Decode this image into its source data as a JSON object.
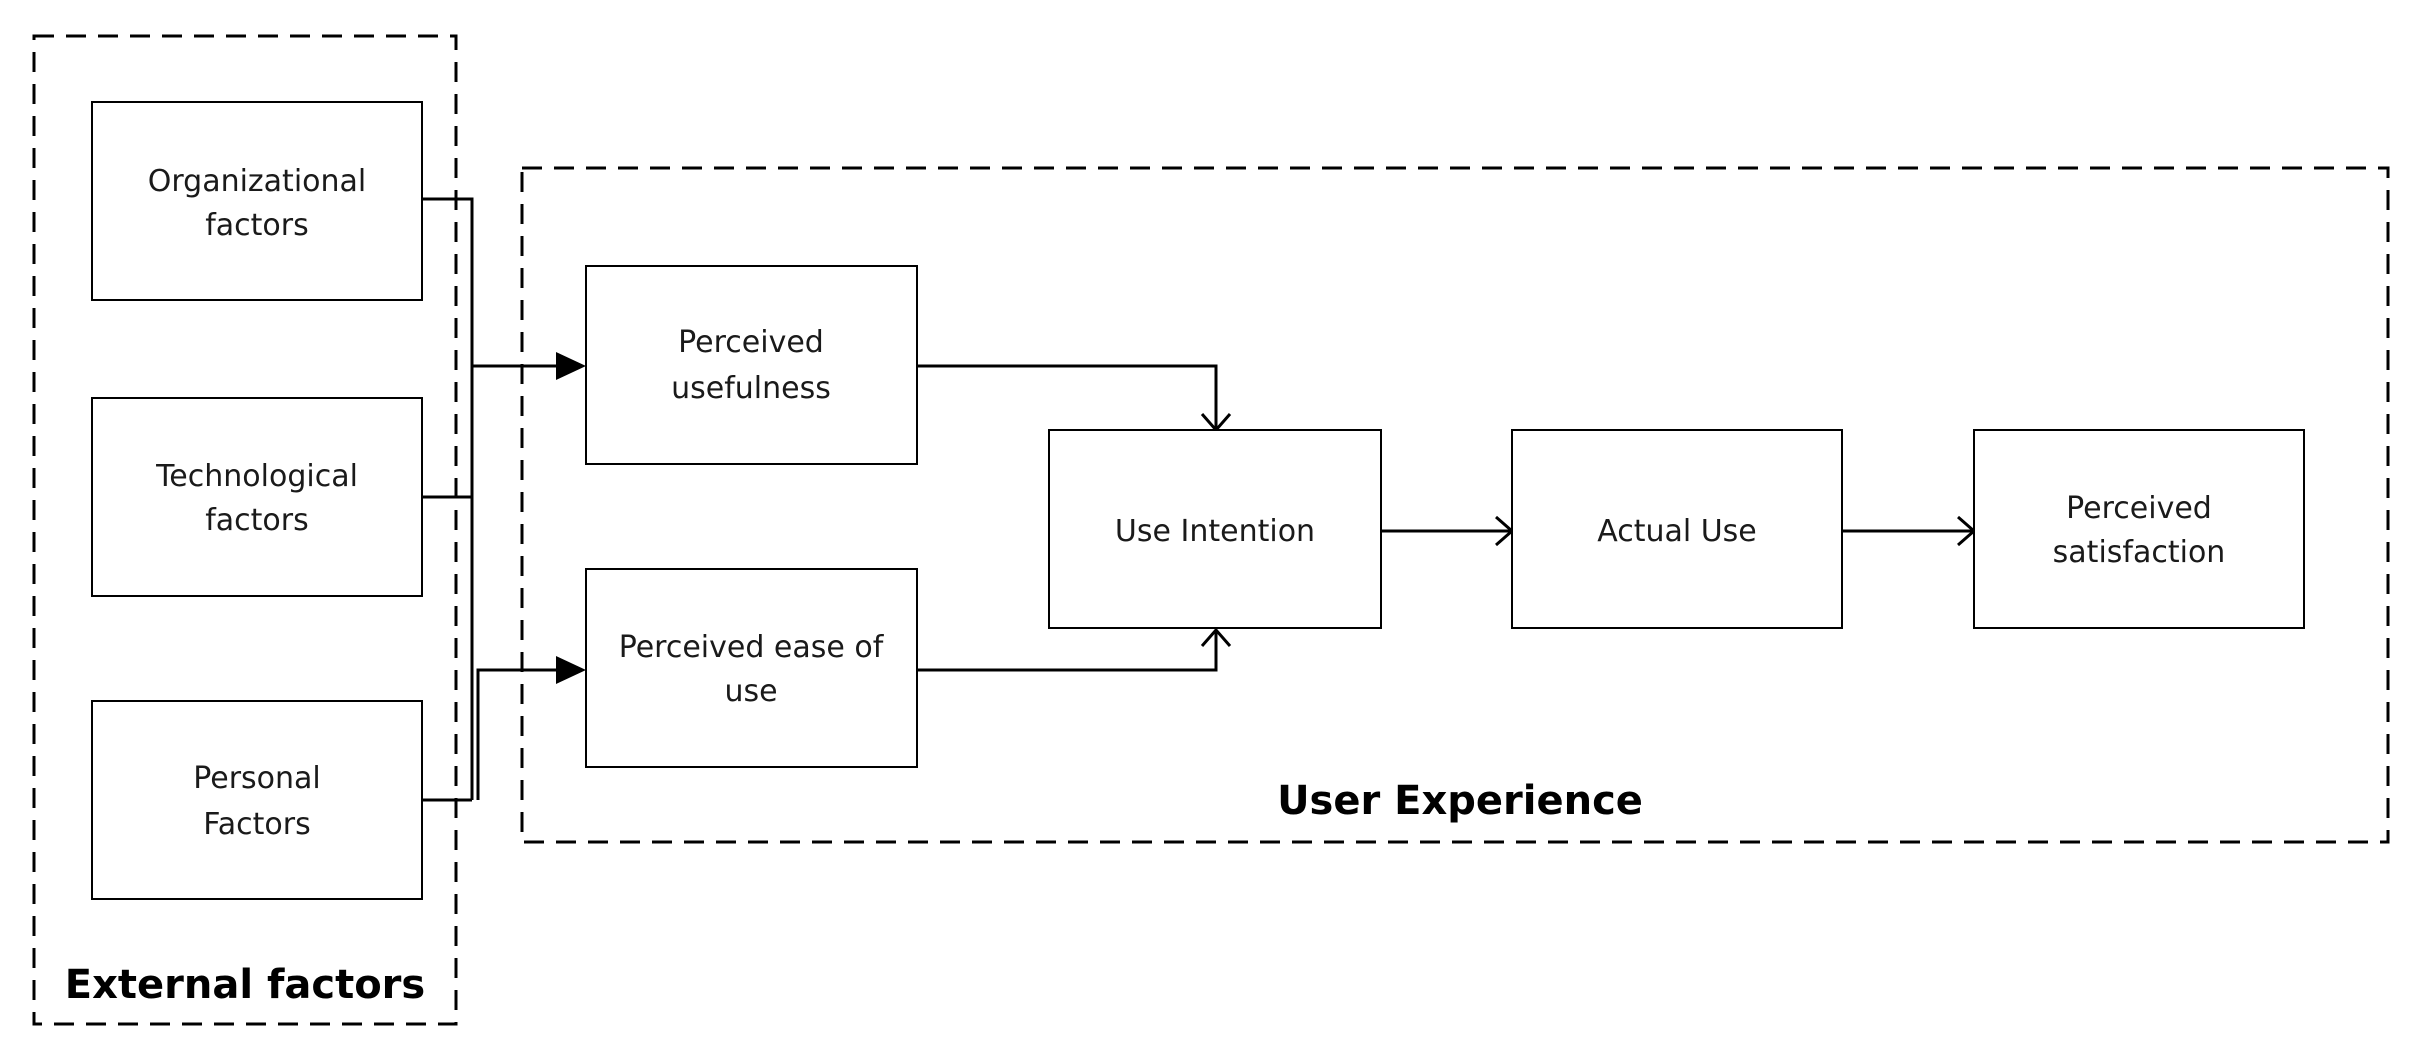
{
  "colors": {
    "stroke": "#000000",
    "text": "#1a1a1a",
    "background": "#ffffff"
  },
  "groups": {
    "external": {
      "label": "External factors"
    },
    "user_experience": {
      "label": "User Experience"
    }
  },
  "nodes": {
    "organizational": {
      "line1": "Organizational",
      "line2": "factors"
    },
    "technological": {
      "line1": "Technological",
      "line2": "factors"
    },
    "personal": {
      "line1": "Personal",
      "line2": "Factors"
    },
    "usefulness": {
      "line1": "Perceived",
      "line2": "usefulness"
    },
    "ease": {
      "line1": "Perceived ease of",
      "line2": "use"
    },
    "intention": {
      "line1": "Use Intention"
    },
    "actual": {
      "line1": "Actual Use"
    },
    "satisfaction": {
      "line1": "Perceived",
      "line2": "satisfaction"
    }
  },
  "edges": [
    {
      "from": "organizational",
      "to": "usefulness",
      "style": "filled-arrow"
    },
    {
      "from": "technological",
      "to": "usefulness",
      "style": "filled-arrow"
    },
    {
      "from": "personal",
      "to": "ease",
      "style": "filled-arrow"
    },
    {
      "from": "usefulness",
      "to": "intention",
      "style": "open-arrow"
    },
    {
      "from": "ease",
      "to": "intention",
      "style": "open-arrow"
    },
    {
      "from": "intention",
      "to": "actual",
      "style": "open-arrow"
    },
    {
      "from": "actual",
      "to": "satisfaction",
      "style": "open-arrow"
    }
  ]
}
